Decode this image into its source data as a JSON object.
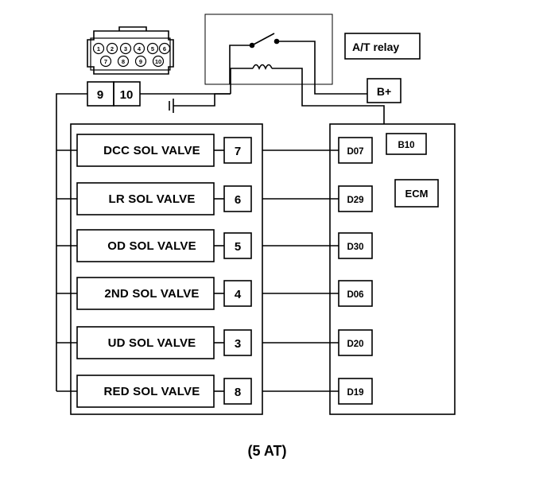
{
  "relay_label": "A/T relay",
  "b_plus_label": "B+",
  "b10_label": "B10",
  "ecm_label": "ECM",
  "caption": "(5 AT)",
  "connector_pins_top": [
    "1",
    "2",
    "3",
    "4",
    "5",
    "6"
  ],
  "connector_pins_bottom": [
    "7",
    "8",
    "9",
    "10"
  ],
  "supply_pins": [
    "9",
    "10"
  ],
  "valves": [
    {
      "name": "DCC SOL VALVE",
      "pin": "7",
      "terminal": "D07"
    },
    {
      "name": "LR SOL VALVE",
      "pin": "6",
      "terminal": "D29"
    },
    {
      "name": "OD SOL VALVE",
      "pin": "5",
      "terminal": "D30"
    },
    {
      "name": "2ND SOL VALVE",
      "pin": "4",
      "terminal": "D06"
    },
    {
      "name": "UD SOL VALVE",
      "pin": "3",
      "terminal": "D20"
    },
    {
      "name": "RED SOL VALVE",
      "pin": "8",
      "terminal": "D19"
    }
  ]
}
